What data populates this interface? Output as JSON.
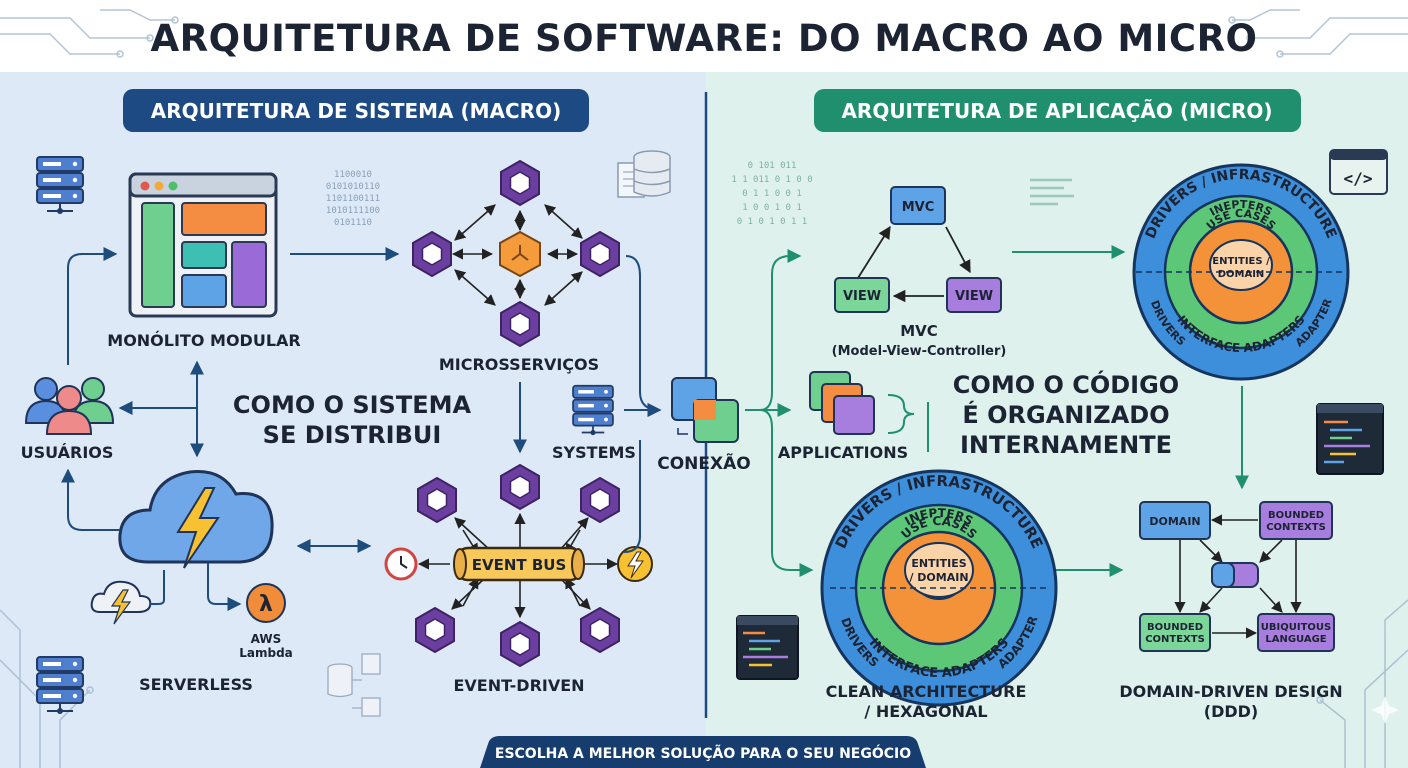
{
  "title": "ARQUITETURA DE SOFTWARE: DO MACRO AO MICRO",
  "left_section": {
    "header": "ARQUITETURA DE SISTEMA (MACRO)",
    "caption_line1": "COMO O SISTEMA",
    "caption_line2": "SE DISTRIBUI",
    "monolith_label": "MONÓLITO MODULAR",
    "microservices_label": "MICROSSERVIÇOS",
    "users_label": "USUÁRIOS",
    "systems_label": "SYSTEMS",
    "serverless_label": "SERVERLESS",
    "aws_label_line1": "AWS",
    "aws_label_line2": "Lambda",
    "event_driven_label": "EVENT-DRIVEN",
    "event_bus_label": "EVENT BUS",
    "binary_lines": [
      "1100010",
      "0101010110",
      "1101100111",
      "1010111100",
      "0101110"
    ]
  },
  "connection_label": "CONEXÃO",
  "right_section": {
    "header": "ARQUITETURA DE APLICAÇÃO (MICRO)",
    "caption_line1": "COMO O CÓDIGO",
    "caption_line2": "É ORGANIZADO",
    "caption_line3": "INTERNAMENTE",
    "mvc_box": "MVC",
    "view_left": "VIEW",
    "view_right": "VIEW",
    "mvc_label": "MVC",
    "mvc_sub": "(Model-View-Controller)",
    "applications_label": "APPLICATIONS",
    "clean_label_line1": "CLEAN ARCHITECTURE",
    "clean_label_line2": "/ HEXAGONAL",
    "ddd_label_line1": "DOMAIN-DRIVEN DESIGN",
    "ddd_label_line2": "(DDD)",
    "ddd_domain": "DOMAIN",
    "ddd_bounded_top_1": "BOUNDED",
    "ddd_bounded_top_2": "CONTEXTS",
    "ddd_bounded_bottom_1": "BOUNDED",
    "ddd_bounded_bottom_2": "CONTEXTS",
    "ddd_ubiquitous_1": "UBIQUITOUS",
    "ddd_ubiquitous_2": "LANGUAGE",
    "ring_top": "DRIVERS / INFRASTRUCTURE",
    "ring_left": "DRIVERS",
    "ring_right": "ADAPTER",
    "ring_interface": "INTERFACE ADAPTERS",
    "ring_inepters": "INEPTERS",
    "ring_usecases": "USE CASES",
    "core_top_line1": "ENTITIES /",
    "core_top_line2": "DOMAIN",
    "core_bottom_line1": "ENTITIES",
    "core_bottom_line2": "/ DOMAIN",
    "code_icon": "</>",
    "binary_lines": [
      "0 101 011",
      "1 1 011 0 1 0 0",
      "0 1 1 0 0 1",
      "1 0 0 1 0 1",
      "0 1 0 1 0 1 1"
    ]
  },
  "footer": "ESCOLHA A MELHOR SOLUÇÃO PARA O SEU NEGÓCIO",
  "colors": {
    "left_bg": "#dde9f7",
    "right_bg": "#dff1ec",
    "left_header": "#1d4a82",
    "right_header": "#1f8f6e",
    "hex_purple": "#6b3fa0",
    "hex_orange": "#f49b3c",
    "bus_yellow": "#f7c85a",
    "ring_blue": "#3d8fdb",
    "ring_green": "#5cc777",
    "ring_orange": "#f39238",
    "footer_bg": "#163d6e"
  }
}
